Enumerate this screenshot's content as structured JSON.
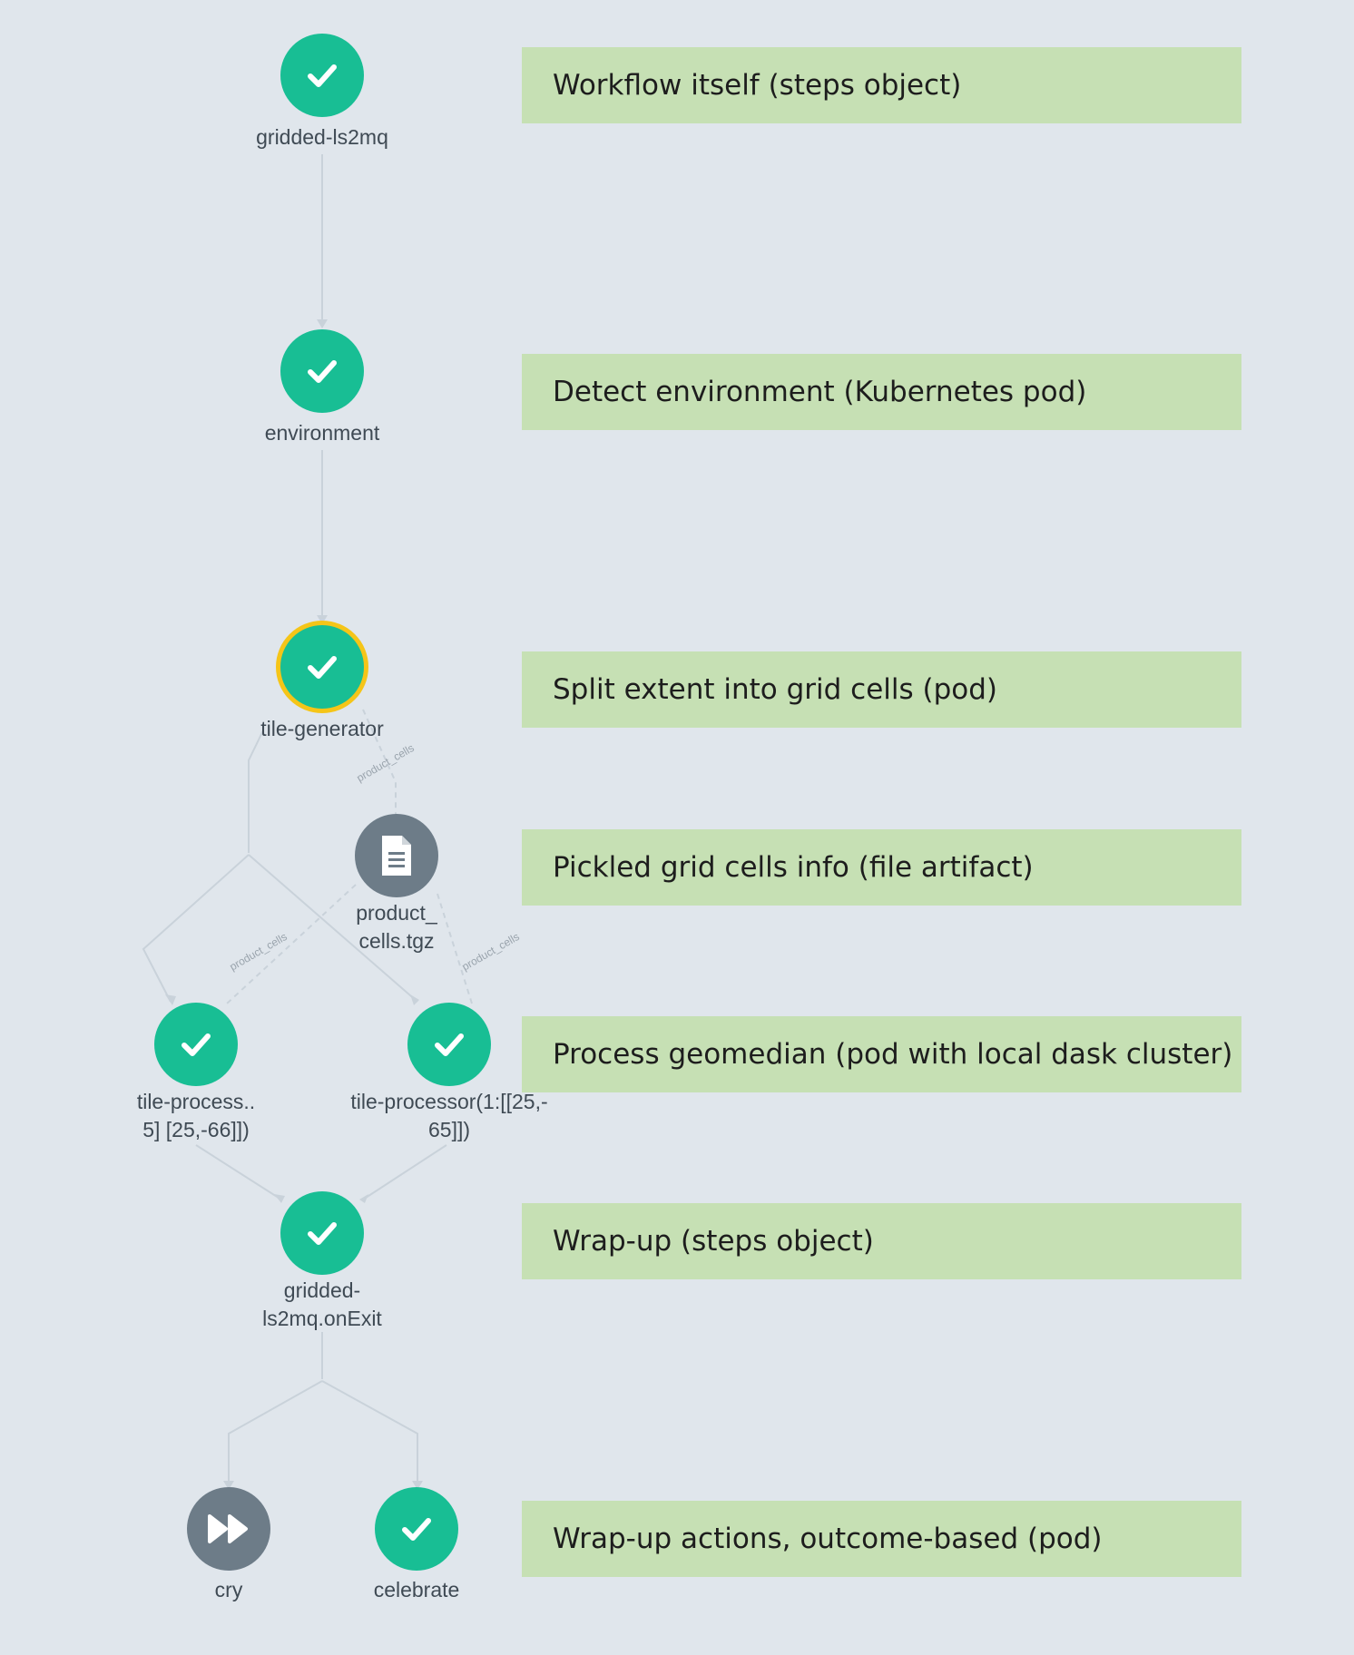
{
  "colors": {
    "succeeded": "#18be94",
    "skipped": "#6d7c88",
    "selected_ring": "#f5c518",
    "annotation_bg": "#c6e0b4",
    "edge": "#c9d2da"
  },
  "nodes": {
    "gridded": {
      "label": "gridded-ls2mq",
      "status": "succeeded",
      "icon": "check-icon"
    },
    "environment": {
      "label": "environment",
      "status": "succeeded",
      "icon": "check-icon"
    },
    "tile_generator": {
      "label": "tile-generator",
      "status": "succeeded",
      "icon": "check-icon",
      "selected": true
    },
    "artifact": {
      "label_line1": "product_",
      "label_line2": "cells.tgz",
      "icon": "file-icon"
    },
    "tile_processor_left": {
      "label_line1": "tile-process..",
      "label_line2": "5] [25,-66]])",
      "status": "succeeded",
      "icon": "check-icon"
    },
    "tile_processor_right": {
      "label_line1": "tile-processor(1:[[25,-",
      "label_line2": "65]])",
      "status": "succeeded",
      "icon": "check-icon"
    },
    "onexit": {
      "label_line1": "gridded-",
      "label_line2": "ls2mq.onExit",
      "status": "succeeded",
      "icon": "check-icon"
    },
    "cry": {
      "label": "cry",
      "status": "skipped",
      "icon": "fast-forward-icon"
    },
    "celebrate": {
      "label": "celebrate",
      "status": "succeeded",
      "icon": "check-icon"
    }
  },
  "edge_labels": {
    "artifact_in": "product_cells",
    "artifact_out_left": "product_cells",
    "artifact_out_right": "product_cells"
  },
  "annotations": [
    "Workflow itself (steps object)",
    "Detect environment (Kubernetes pod)",
    "Split extent into grid cells (pod)",
    "Pickled grid cells info (file artifact)",
    "Process geomedian (pod with local dask cluster)",
    "Wrap-up (steps object)",
    "Wrap-up actions, outcome-based (pod)"
  ]
}
